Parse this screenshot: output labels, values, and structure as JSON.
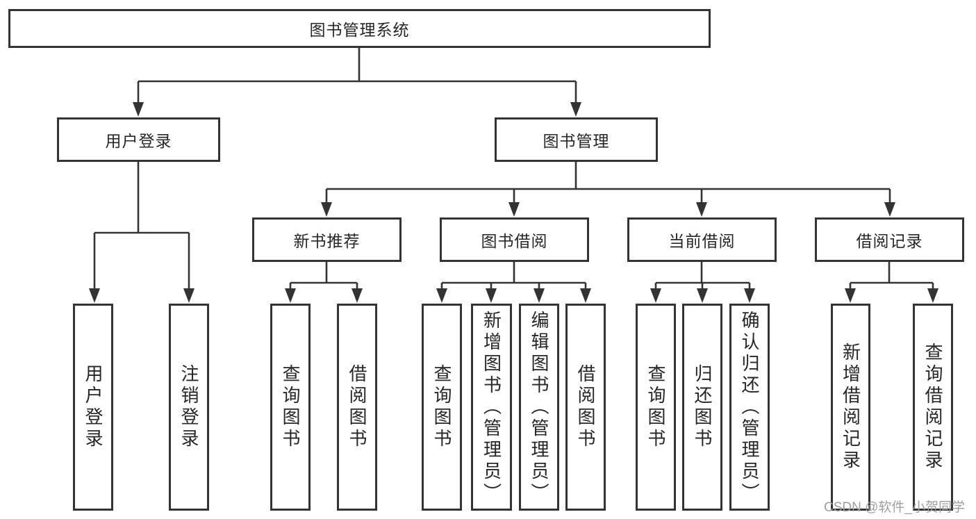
{
  "diagram": {
    "title": "图书管理系统",
    "nodes": {
      "root": "图书管理系统",
      "level2": [
        "用户登录",
        "图书管理"
      ],
      "level3": [
        "新书推荐",
        "图书借阅",
        "当前借阅",
        "借阅记录"
      ],
      "leaves_user_login": [
        "用户登录",
        "注销登录"
      ],
      "leaves_new_book": [
        "查询图书",
        "借阅图书"
      ],
      "leaves_book_borrow": [
        "查询图书",
        "新增图书（管理员）",
        "编辑图书（管理员）",
        "借阅图书"
      ],
      "leaves_current_borrow": [
        "查询图书",
        "归还图书",
        "确认归还（管理员）"
      ],
      "leaves_borrow_records": [
        "新增借阅记录",
        "查询借阅记录"
      ]
    },
    "colors": {
      "line": "#333333",
      "box_border": "#333333",
      "text": "#262626",
      "background": "#ffffff",
      "watermark": "#9e9e9e"
    }
  },
  "watermark": {
    "text": "CSDN @软件_小贺同学"
  }
}
